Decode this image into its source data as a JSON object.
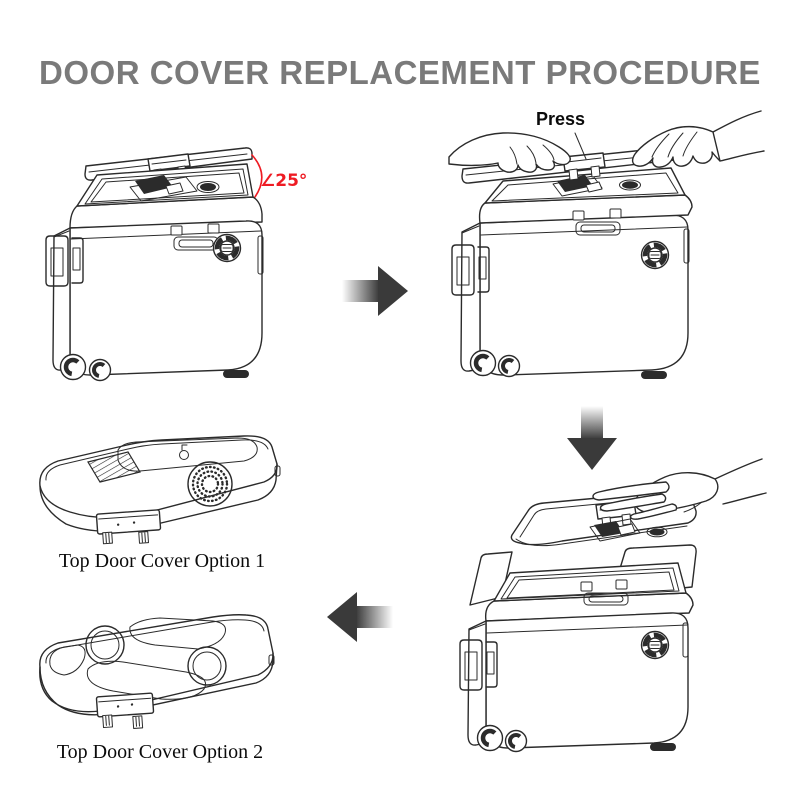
{
  "title": "DOOR COVER REPLACEMENT PROCEDURE",
  "colors": {
    "background": "#ffffff",
    "title_text": "#7a7a7a",
    "line_art": "#2b2b2b",
    "accent_red": "#ee1b23",
    "arrow": "#3a3a3a"
  },
  "step1": {
    "angle_label": "∠25°"
  },
  "step2": {
    "press_label": "Press"
  },
  "arrows": {
    "right": "gradient-arrow-right",
    "down": "gradient-arrow-down",
    "left": "gradient-arrow-left"
  },
  "options": [
    {
      "label": "Top Door Cover Option 1"
    },
    {
      "label": "Top Door Cover Option 2"
    }
  ]
}
